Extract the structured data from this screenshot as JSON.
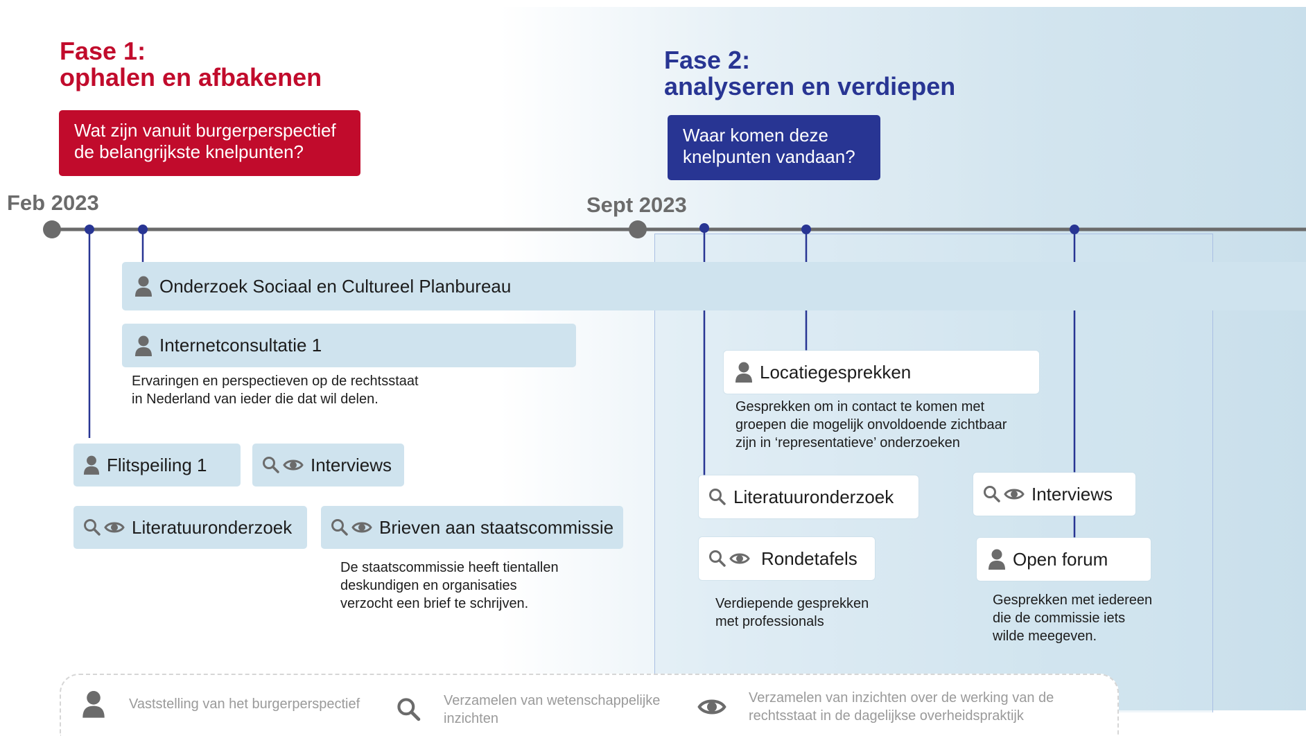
{
  "phase1": {
    "title_line1": "Fase 1:",
    "title_line2": "ophalen en afbakenen",
    "question_line1": "Wat zijn vanuit burgerperspectief",
    "question_line2": "de belangrijkste knelpunten?",
    "color": "#c10b2c"
  },
  "phase2": {
    "title_line1": "Fase 2:",
    "title_line2": "analyseren en verdiepen",
    "question_line1": "Waar komen deze",
    "question_line2": "knelpunten vandaan?",
    "color": "#283593"
  },
  "timeline": {
    "start_label": "Feb 2023",
    "mid_label": "Sept 2023"
  },
  "cards": {
    "scp": "Onderzoek Sociaal en Cultureel Planbureau",
    "internetconsultatie": "Internetconsultatie 1",
    "internetconsultatie_desc_1": "Ervaringen en perspectieven op de rechtsstaat",
    "internetconsultatie_desc_2": "in Nederland van ieder die dat wil delen.",
    "flitspeiling": "Flitspeiling 1",
    "interviews_1": "Interviews",
    "literatuur_1": "Literatuuronderzoek",
    "brieven": "Brieven aan staatscommissie",
    "brieven_desc_1": "De staatscommissie heeft tientallen",
    "brieven_desc_2": "deskundigen en organisaties",
    "brieven_desc_3": "verzocht een brief te schrijven.",
    "locatie": "Locatiegesprekken",
    "locatie_desc_1": "Gesprekken om in contact te komen met",
    "locatie_desc_2": "groepen die mogelijk onvoldoende zichtbaar",
    "locatie_desc_3": "zijn in ‘representatieve’ onderzoeken",
    "literatuur_2": "Literatuuronderzoek",
    "interviews_2": "Interviews",
    "rondetafels": "Rondetafels",
    "rondetafels_desc_1": "Verdiepende gesprekken",
    "rondetafels_desc_2": "met professionals",
    "open_forum": "Open forum",
    "open_forum_desc_1": "Gesprekken met iedereen",
    "open_forum_desc_2": "die de commissie iets",
    "open_forum_desc_3": "wilde meegeven."
  },
  "legend": {
    "person_text": "Vaststelling van het burgerperspectief",
    "search_text_1": "Verzamelen van wetenschappelijke",
    "search_text_2": "inzichten",
    "eye_text_1": "Verzamelen van inzichten over de werking van de",
    "eye_text_2": "rechtsstaat in de dagelijkse overheidspraktijk"
  },
  "icons": [
    "person-icon",
    "search-icon",
    "eye-icon"
  ],
  "colors": {
    "timeline": "#6b6b6b",
    "connector": "#283593",
    "card_light": "#cfe3ee",
    "icon_gray": "#6b6b6b"
  }
}
